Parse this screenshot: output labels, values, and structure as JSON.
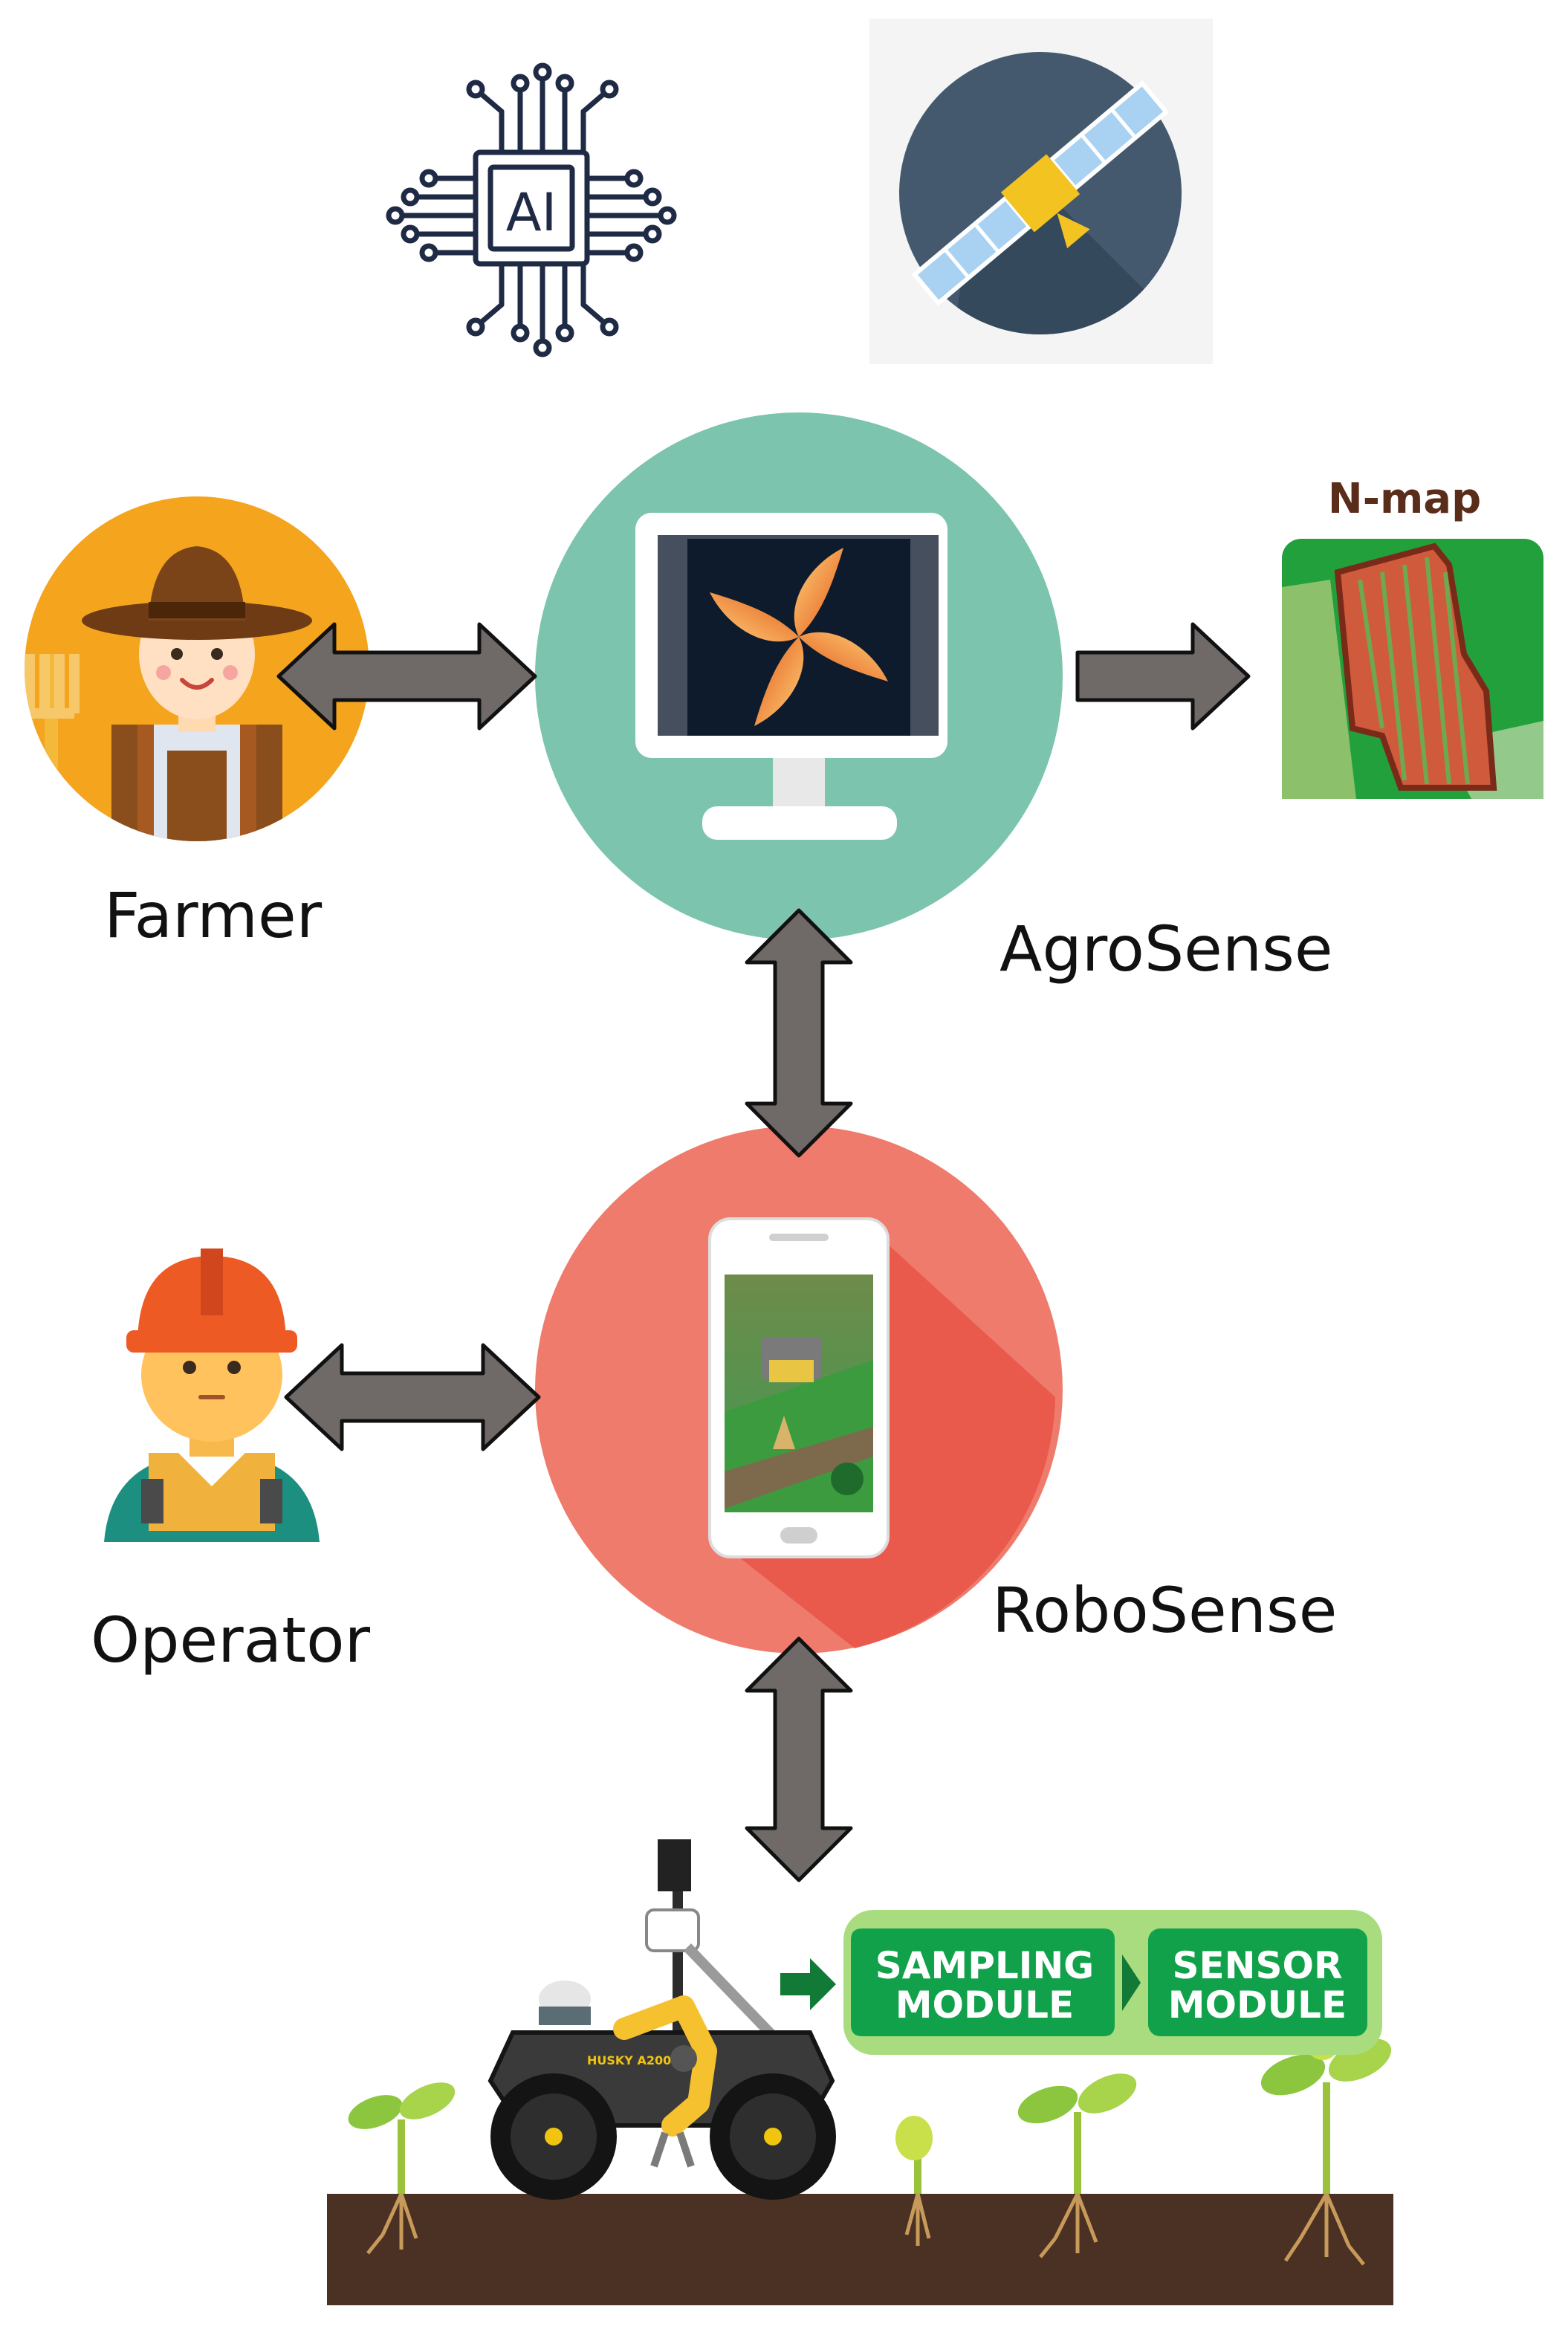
{
  "labels": {
    "farmer": "Farmer",
    "agrosense": "AgroSense",
    "operator": "Operator",
    "robosense": "RoboSense",
    "nmap_title": "N-map",
    "ai_chip_text": "AI",
    "sampling_line1": "SAMPLING",
    "sampling_line2": "MODULE",
    "sensor_line1": "SENSOR",
    "sensor_line2": "MODULE",
    "robot_brand": "HUSKY A200"
  },
  "icons": {
    "ai": "ai-chip-icon",
    "satellite": "satellite-icon",
    "farmer": "farmer-avatar-icon",
    "operator": "operator-avatar-icon",
    "monitor": "monitor-icon",
    "phone": "smartphone-icon",
    "map": "nitrogen-map-icon",
    "robot": "field-robot-icon",
    "plants": "seedling-icon"
  },
  "colors": {
    "arrow_fill": "#6f6a68",
    "arrow_stroke": "#111111",
    "agrosense_circle": "#7cc4ae",
    "robosense_circle": "#ee7b6c",
    "farmer_circle": "#f4a41d",
    "module_green": "#12a14b",
    "module_panel": "#a9dc7f",
    "soil": "#4a3123",
    "satellite_bg": "#3f5366"
  }
}
